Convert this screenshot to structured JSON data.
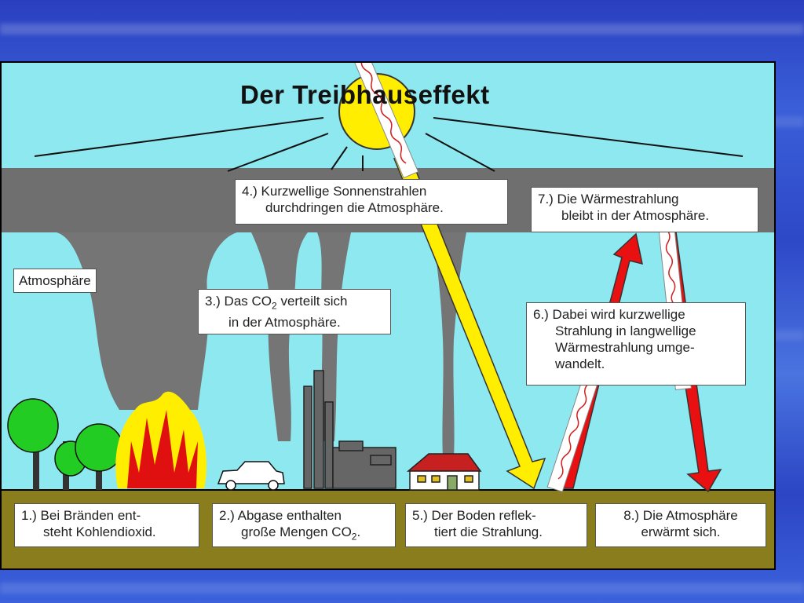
{
  "title": "Der Treibhauseffekt",
  "labels": {
    "atmosphere": "Atmosphäre",
    "step4_line1": "4.) Kurzwellige Sonnenstrahlen",
    "step4_line2": "durchdringen die Atmosphäre.",
    "step7_line1": "7.) Die Wärmestrahlung",
    "step7_line2": "bleibt in der Atmosphäre.",
    "step3_line1_pre": "3.) Das CO",
    "step3_sub": "2",
    "step3_line1_post": " verteilt sich",
    "step3_line2": "in der Atmosphäre.",
    "step6_line1": "6.) Dabei wird kurzwellige",
    "step6_line2": "Strahlung in langwellige",
    "step6_line3": "Wärmestrahlung umge-",
    "step6_line4": "wandelt.",
    "step1_line1": "1.) Bei Bränden ent-",
    "step1_line2": "steht Kohlendioxid.",
    "step2_line1": "2.) Abgase enthalten",
    "step2_line2_pre": "große Mengen CO",
    "step2_sub": "2",
    "step2_line2_post": ".",
    "step5_line1": "5.) Der Boden reflek-",
    "step5_line2": "tiert die Strahlung.",
    "step8_line1": "8.) Die Atmosphäre",
    "step8_line2": "erwärmt sich."
  },
  "colors": {
    "sky": "#8ee8f0",
    "atmosphere_band": "#6f6f6f",
    "smoke": "#757575",
    "ground": "#8a7d1e",
    "sun": "#ffee00",
    "sunray": "#ffee00",
    "heat_arrow": "#e81010",
    "tree": "#22cc22",
    "fire_outer": "#ffee00",
    "fire_inner": "#e01010"
  }
}
